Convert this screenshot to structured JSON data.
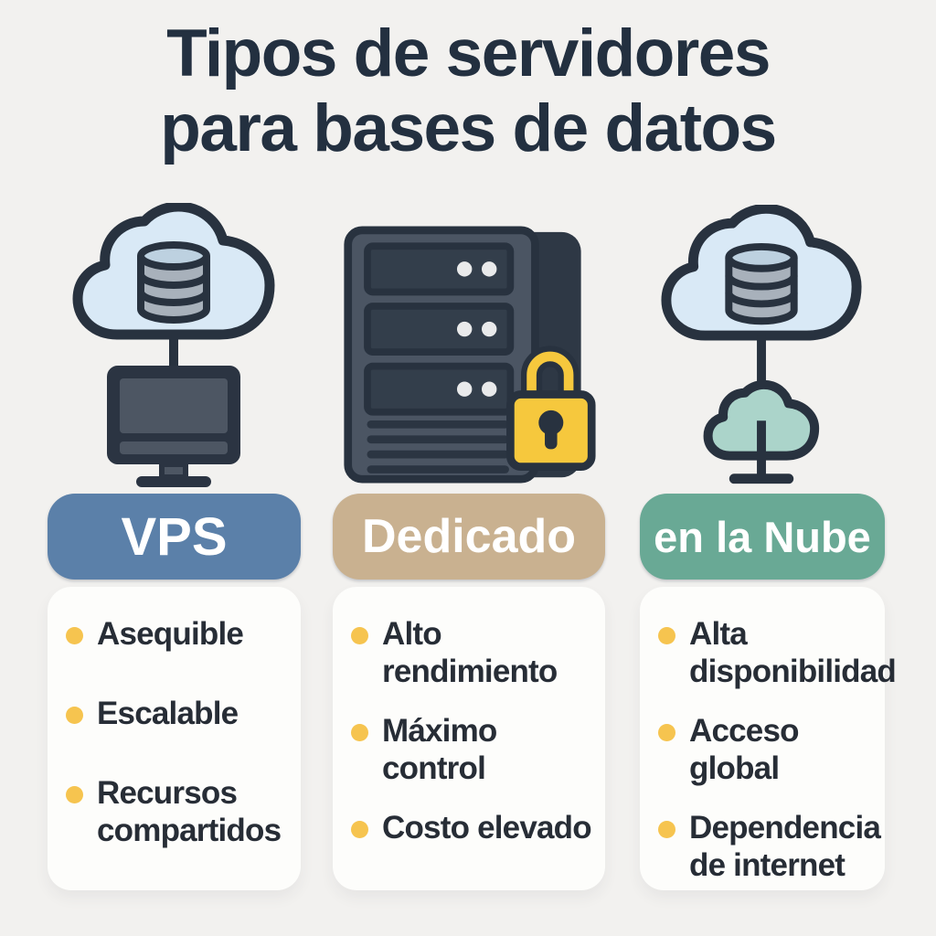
{
  "title": {
    "line1": "Tipos de servidores",
    "line2": "para bases de datos"
  },
  "columns": [
    {
      "id": "vps",
      "label": "VPS",
      "pill_color": "#5b80a9",
      "icon": "cloud-database-monitor-icon",
      "items": [
        "Asequible",
        "Escalable",
        "Recursos compartidos"
      ]
    },
    {
      "id": "dedicado",
      "label": "Dedicado",
      "pill_color": "#c9b190",
      "icon": "server-rack-lock-icon",
      "items": [
        "Alto rendimiento",
        "Máximo control",
        "Costo elevado"
      ]
    },
    {
      "id": "nube",
      "label": "en la Nube",
      "pill_color": "#69a995",
      "icon": "cloud-database-cloud-icon",
      "items": [
        "Alta disponibilidad",
        "Acceso global",
        "Dependencia de internet"
      ]
    }
  ],
  "colors": {
    "background": "#f2f1ef",
    "card": "#fdfdfb",
    "title_text": "#233040",
    "item_text": "#272d36",
    "bullet": "#f6c44f",
    "outline": "#28323f",
    "slate": "#4b5563",
    "cloud_blue": "#d9e9f6",
    "db_top": "#bdd1e0",
    "db_body": "#a8b1bb",
    "small_cloud_teal": "#abd4ca",
    "lock_yellow": "#f6c83d"
  }
}
